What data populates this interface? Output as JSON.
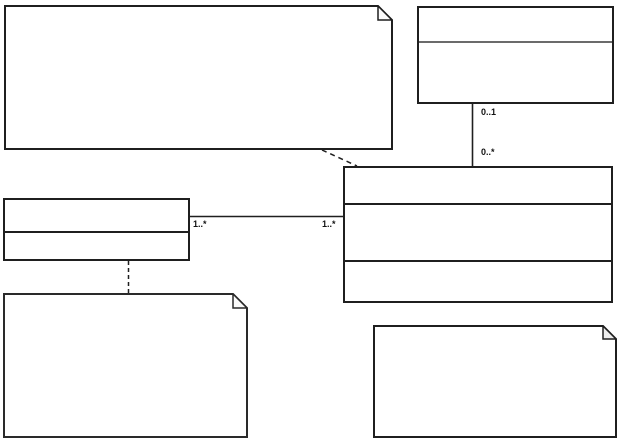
{
  "colors": {
    "canvas_background": "#ffffff",
    "shape_fill": "#ffffff",
    "stroke": "#1f1f1f",
    "class_title_divider_gray": "#6b6b6b",
    "label_text": "#111111"
  },
  "shapes": {
    "note_top_left": {
      "type": "note",
      "text": ""
    },
    "class_top_right": {
      "type": "class",
      "compartments": 2,
      "text": ""
    },
    "class_middle_right": {
      "type": "class",
      "compartments": 3,
      "text": ""
    },
    "class_left": {
      "type": "class",
      "compartments": 2,
      "text": ""
    },
    "note_bottom_left": {
      "type": "note",
      "text": ""
    },
    "note_bottom_right": {
      "type": "note",
      "text": ""
    }
  },
  "connectors": {
    "vertical_association": {
      "type": "solid-association",
      "upper_multiplicity": "0..1",
      "lower_multiplicity": "0..*"
    },
    "horizontal_association": {
      "type": "solid-association",
      "left_multiplicity": "1..*",
      "right_multiplicity": "1..*"
    },
    "note_anchor_diagonal": {
      "type": "dashed-anchor"
    },
    "note_anchor_vertical": {
      "type": "dashed-anchor"
    }
  }
}
